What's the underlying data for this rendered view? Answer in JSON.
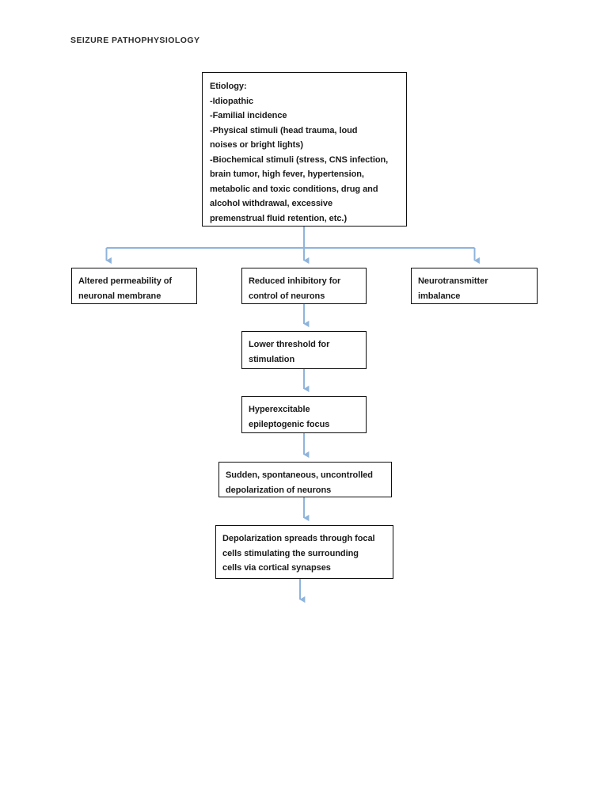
{
  "page": {
    "title": "SEIZURE PATHOPHYSIOLOGY",
    "background_color": "#ffffff",
    "text_color": "#1a1a1a"
  },
  "theme": {
    "box_border_color": "#0f0f0f",
    "connector_color": "#8eb4dc",
    "connector_width": 2
  },
  "nodes": {
    "etiology": {
      "id": "etiology",
      "lines": [
        "Etiology:",
        "-Idiopathic",
        "-Familial incidence",
        "-Physical stimuli (head trauma, loud",
        "noises or bright lights)",
        "-Biochemical stimuli (stress, CNS infection,",
        "brain tumor, high fever, hypertension,",
        "metabolic and toxic conditions, drug and",
        "alcohol withdrawal, excessive",
        "premenstrual fluid retention, etc.)"
      ]
    },
    "altered_permeability": {
      "id": "altered-permeability",
      "lines": [
        "Altered permeability of",
        "neuronal membrane"
      ]
    },
    "reduced_inhibitory": {
      "id": "reduced-inhibitory",
      "lines": [
        "Reduced inhibitory for",
        "control of neurons"
      ]
    },
    "neurotransmitter_imbalance": {
      "id": "neurotransmitter-imbalance",
      "lines": [
        "Neurotransmitter",
        "imbalance"
      ]
    },
    "lower_threshold": {
      "id": "lower-threshold",
      "lines": [
        "Lower threshold for",
        "stimulation"
      ]
    },
    "hyperexcitable_focus": {
      "id": "hyperexcitable-focus",
      "lines": [
        "Hyperexcitable",
        "epileptogenic focus"
      ]
    },
    "sudden_depolarization": {
      "id": "sudden-depolarization",
      "lines": [
        "Sudden, spontaneous, uncontrolled",
        "depolarization of neurons"
      ]
    },
    "depolarization_spreads": {
      "id": "depolarization-spreads",
      "lines": [
        "Depolarization spreads through focal",
        "cells stimulating the surrounding",
        "cells via cortical synapses"
      ]
    }
  },
  "connectors": [
    {
      "name": "etiology-to-branch-trunk",
      "from": "etiology",
      "to": "branch-bar"
    },
    {
      "name": "branch-to-altered-permeability",
      "from": "branch-bar",
      "to": "altered_permeability"
    },
    {
      "name": "branch-to-reduced-inhibitory",
      "from": "branch-bar",
      "to": "reduced_inhibitory"
    },
    {
      "name": "branch-to-neurotransmitter-imbalance",
      "from": "branch-bar",
      "to": "neurotransmitter_imbalance"
    },
    {
      "name": "reduced-inhibitory-to-lower-threshold",
      "from": "reduced_inhibitory",
      "to": "lower_threshold"
    },
    {
      "name": "lower-threshold-to-hyperexcitable-focus",
      "from": "lower_threshold",
      "to": "hyperexcitable_focus"
    },
    {
      "name": "hyperexcitable-focus-to-sudden-depolarization",
      "from": "hyperexcitable_focus",
      "to": "sudden_depolarization"
    },
    {
      "name": "sudden-depolarization-to-depolarization-spreads",
      "from": "sudden_depolarization",
      "to": "depolarization_spreads"
    },
    {
      "name": "depolarization-spreads-to-outflow",
      "from": "depolarization_spreads",
      "to": null
    }
  ]
}
